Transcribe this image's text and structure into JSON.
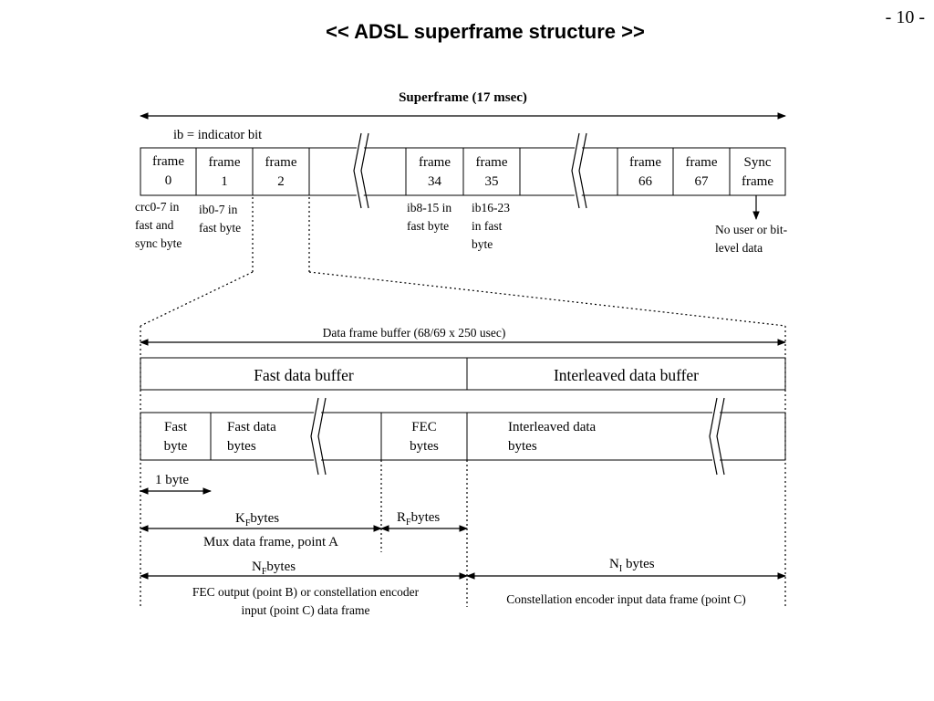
{
  "page_number": "- 10 -",
  "title": "<< ADSL superframe structure >>",
  "superframe": {
    "label": "Superframe (17 msec)",
    "ib_note": "ib = indicator bit",
    "frames": [
      {
        "line1": "frame",
        "line2": "0"
      },
      {
        "line1": "frame",
        "line2": "1"
      },
      {
        "line1": "frame",
        "line2": "2"
      },
      {
        "line1": "frame",
        "line2": "34"
      },
      {
        "line1": "frame",
        "line2": "35"
      },
      {
        "line1": "frame",
        "line2": "66"
      },
      {
        "line1": "frame",
        "line2": "67"
      },
      {
        "line1": "Sync",
        "line2": "frame"
      }
    ],
    "notes": {
      "frame0": [
        "crc0-7 in",
        "fast and",
        "sync byte"
      ],
      "frame1": [
        "ib0-7 in",
        "fast byte"
      ],
      "frame34": [
        "ib8-15 in",
        "fast byte"
      ],
      "frame35": [
        "ib16-23",
        "in fast",
        "byte"
      ],
      "sync": [
        "No user or bit-",
        "level data"
      ]
    }
  },
  "data_frame": {
    "label": "Data frame buffer (68/69 x 250 usec)",
    "fast_buffer": "Fast data buffer",
    "interleaved_buffer": "Interleaved data buffer",
    "cells": {
      "fast_byte": [
        "Fast",
        "byte"
      ],
      "fast_data_bytes": [
        "Fast data",
        "bytes"
      ],
      "fec_bytes": [
        "FEC",
        "bytes"
      ],
      "interleaved_bytes": [
        "Interleaved data",
        "bytes"
      ]
    },
    "one_byte": "1 byte",
    "kf": {
      "main": "K",
      "sub": "F",
      "rest": "bytes"
    },
    "rf": {
      "main": "R",
      "sub": "F",
      "rest": "bytes"
    },
    "mux_label": "Mux data frame, point A",
    "nf": {
      "main": "N",
      "sub": "F",
      "rest": "bytes"
    },
    "ni": {
      "main": "N",
      "sub": "I",
      "rest": " bytes"
    },
    "fec_output": [
      "FEC output (point B) or constellation encoder",
      "input (point C) data frame"
    ],
    "constellation": "Constellation encoder input data frame (point C)"
  }
}
